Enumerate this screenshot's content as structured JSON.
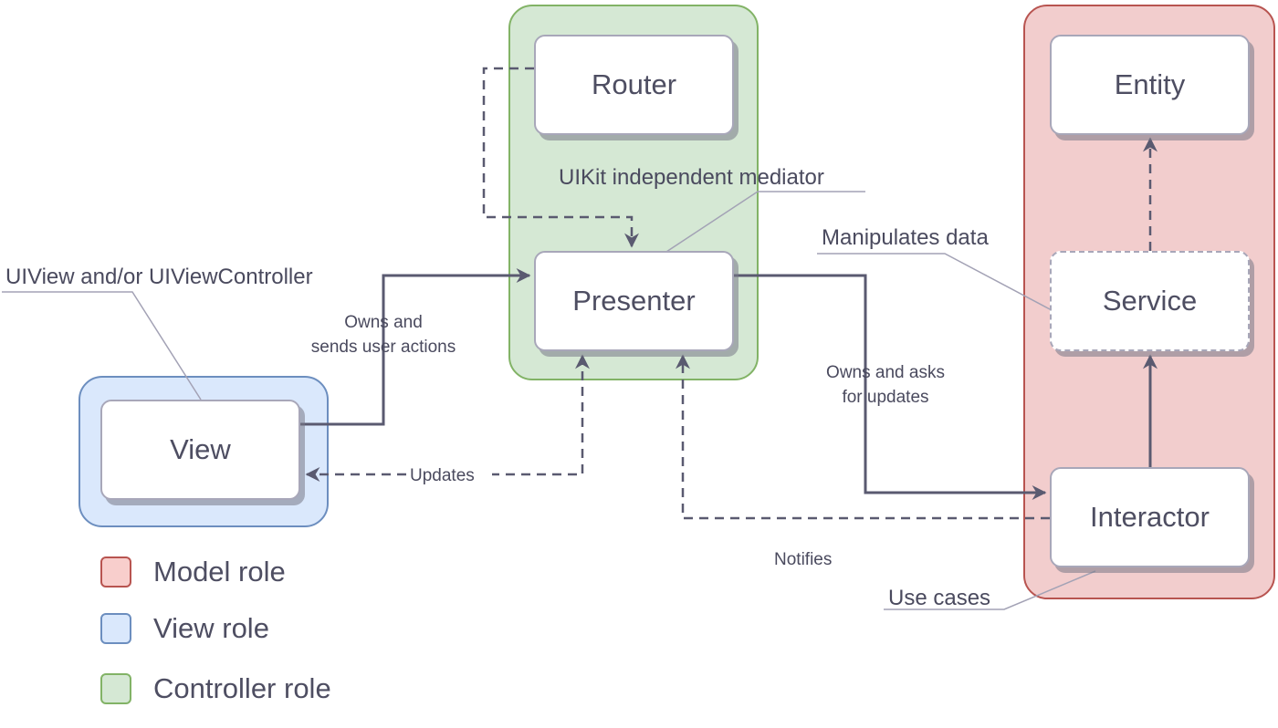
{
  "nodes": {
    "router": "Router",
    "presenter": "Presenter",
    "entity": "Entity",
    "service": "Service",
    "interactor": "Interactor",
    "view": "View"
  },
  "annotations": {
    "mediator": "UIKit independent mediator",
    "uiview": "UIView and/or UIViewController",
    "manipulates": "Manipulates data",
    "use_cases": "Use cases"
  },
  "edges": {
    "owns_sends_line1": "Owns and",
    "owns_sends_line2": "sends user actions",
    "updates": "Updates",
    "owns_asks_line1": "Owns and asks",
    "owns_asks_line2": "for updates",
    "notifies": "Notifies"
  },
  "legend": {
    "model": {
      "label": "Model role",
      "fill": "#f8cecc",
      "stroke": "#b85450"
    },
    "view": {
      "label": "View role",
      "fill": "#dae8fc",
      "stroke": "#6c8ebf"
    },
    "controller": {
      "label": "Controller role",
      "fill": "#d5e8d4",
      "stroke": "#82b366"
    }
  },
  "colors": {
    "edge": "#5a5a70",
    "annotation_line": "#a3a2b5"
  }
}
